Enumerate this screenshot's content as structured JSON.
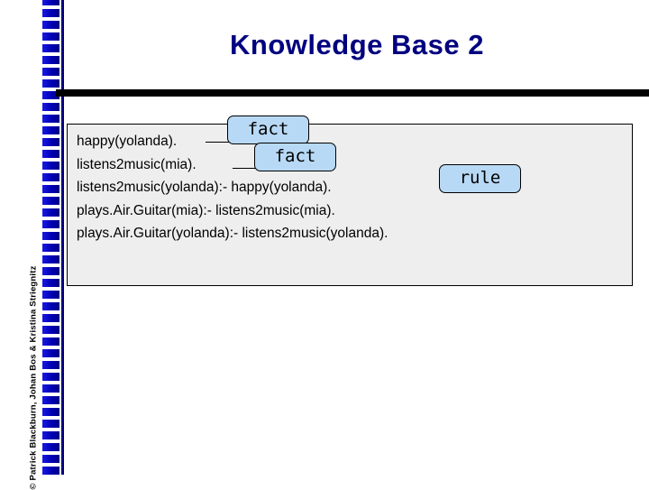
{
  "slide": {
    "title": "Knowledge Base 2",
    "credit": "© Patrick Blackburn, Johan Bos & Kristina Striegnitz",
    "code_lines": [
      "happy(yolanda).",
      "listens2music(mia).",
      "listens2music(yolanda):- happy(yolanda).",
      "plays.Air.Guitar(mia):- listens2music(mia).",
      "plays.Air.Guitar(yolanda):- listens2music(yolanda)."
    ],
    "callouts": [
      {
        "label": "fact",
        "name": "callout-fact-1"
      },
      {
        "label": "fact",
        "name": "callout-fact-2"
      },
      {
        "label": "rule",
        "name": "callout-rule"
      }
    ],
    "colors": {
      "title": "#000080",
      "bar": "#0000b4",
      "callout_fill": "#b8d9f5",
      "box_fill": "#eeeeee"
    }
  }
}
